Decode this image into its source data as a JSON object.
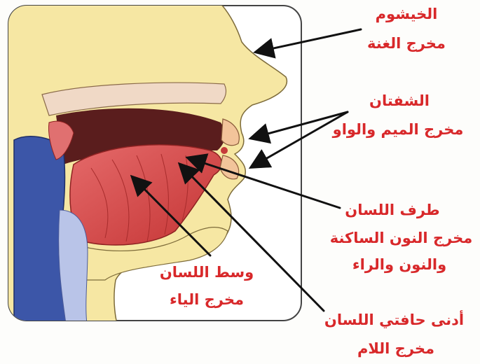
{
  "labels": {
    "nasal_cavity": {
      "title": "الخيشوم",
      "subtitle": "مخرج الغنة"
    },
    "lips": {
      "title": "الشفتان",
      "subtitle": "مخرج الميم والواو"
    },
    "tongue_tip": {
      "title": "طرف اللسان",
      "line2": "مخرج النون الساكنة",
      "line3": "والنون والراء"
    },
    "tongue_middle": {
      "title": "وسط اللسان",
      "subtitle": "مخرج الياء"
    },
    "tongue_edges": {
      "title": "أدنى حافتي اللسان",
      "subtitle": "مخرج اللام"
    }
  },
  "colors": {
    "label_text": "#d8282a",
    "arrow": "#111111",
    "skin": "#f6e7a3",
    "tongue": "#d94a4a",
    "throat": "#3c56a8",
    "frame": "#4a4a4a"
  }
}
